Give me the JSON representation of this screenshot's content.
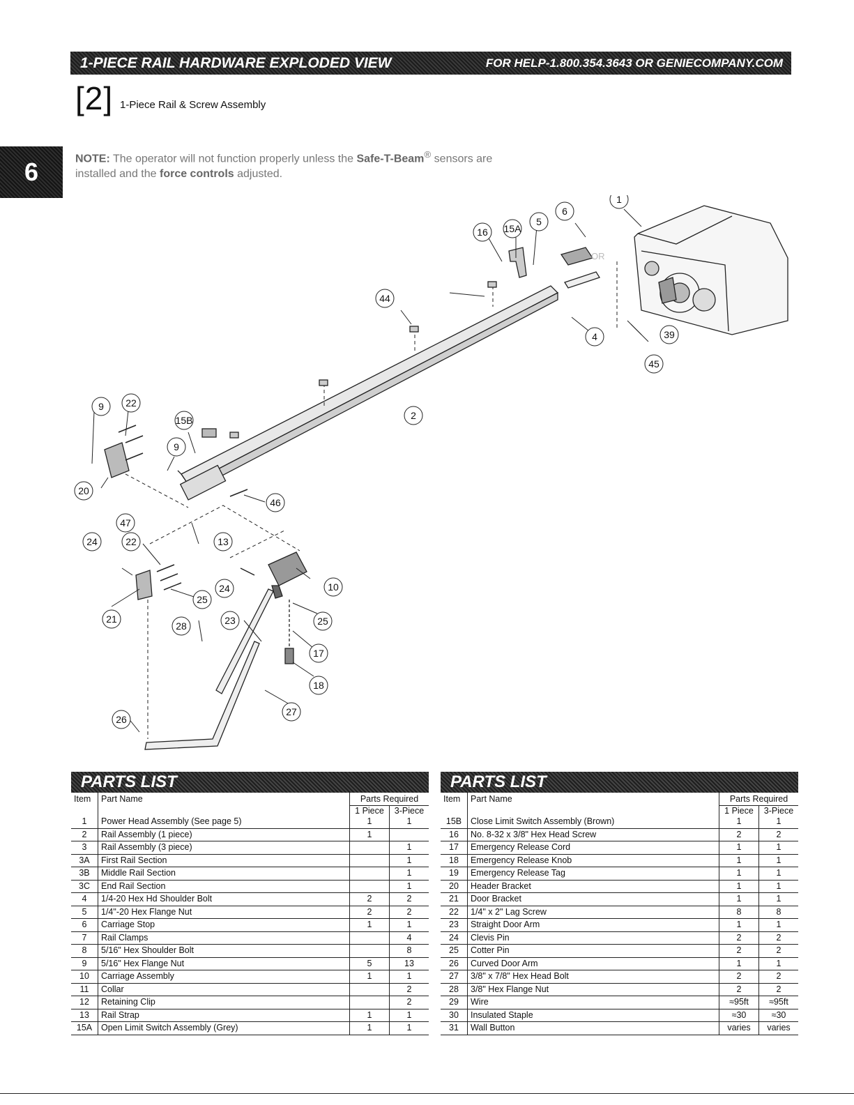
{
  "header": {
    "title": "1-PIECE RAIL HARDWARE EXPLODED VIEW",
    "help": "FOR HELP-1.800.354.3643 OR GENIECOMPANY.COM"
  },
  "section": {
    "number": "[2]",
    "title": "1-Piece Rail & Screw Assembly"
  },
  "tab": "6",
  "note": {
    "prefix": "NOTE:",
    "text1": " The operator will not function properly unless the ",
    "brand": "Safe-T-Beam",
    "reg": "®",
    "text2": " sensors are installed and the ",
    "controls": "force controls",
    "text3": " adjusted."
  },
  "diagram": {
    "or_label": "OR",
    "callouts": [
      "1",
      "2",
      "4",
      "5",
      "6",
      "9",
      "9",
      "10",
      "13",
      "15A",
      "15B",
      "16",
      "17",
      "18",
      "20",
      "21",
      "22",
      "22",
      "23",
      "24",
      "24",
      "25",
      "25",
      "26",
      "27",
      "28",
      "39",
      "44",
      "45",
      "46",
      "47"
    ]
  },
  "parts_list": {
    "heading": "PARTS LIST",
    "col_item": "Item",
    "col_name": "Part Name",
    "col_req": "Parts Required",
    "col_1p": "1 Piece",
    "col_3p": "3-Piece",
    "left": [
      {
        "item": "1",
        "name": "Power Head Assembly (See page 5)",
        "p1": "1",
        "p3": "1"
      },
      {
        "item": "2",
        "name": "Rail Assembly (1 piece)",
        "p1": "1",
        "p3": ""
      },
      {
        "item": "3",
        "name": "Rail Assembly (3 piece)",
        "p1": "",
        "p3": "1"
      },
      {
        "item": "3A",
        "name": "First Rail Section",
        "p1": "",
        "p3": "1"
      },
      {
        "item": "3B",
        "name": "Middle Rail Section",
        "p1": "",
        "p3": "1"
      },
      {
        "item": "3C",
        "name": "End Rail Section",
        "p1": "",
        "p3": "1"
      },
      {
        "item": "4",
        "name": "1/4-20 Hex Hd Shoulder Bolt",
        "p1": "2",
        "p3": "2"
      },
      {
        "item": "5",
        "name": "1/4\"-20 Hex Flange Nut",
        "p1": "2",
        "p3": "2"
      },
      {
        "item": "6",
        "name": "Carriage Stop",
        "p1": "1",
        "p3": "1"
      },
      {
        "item": "7",
        "name": "Rail Clamps",
        "p1": "",
        "p3": "4"
      },
      {
        "item": "8",
        "name": "5/16\" Hex Shoulder Bolt",
        "p1": "",
        "p3": "8"
      },
      {
        "item": "9",
        "name": "5/16\" Hex Flange Nut",
        "p1": "5",
        "p3": "13"
      },
      {
        "item": "10",
        "name": "Carriage Assembly",
        "p1": "1",
        "p3": "1"
      },
      {
        "item": "11",
        "name": "Collar",
        "p1": "",
        "p3": "2"
      },
      {
        "item": "12",
        "name": "Retaining Clip",
        "p1": "",
        "p3": "2"
      },
      {
        "item": "13",
        "name": "Rail Strap",
        "p1": "1",
        "p3": "1"
      },
      {
        "item": "15A",
        "name": "Open Limit Switch Assembly (Grey)",
        "p1": "1",
        "p3": "1"
      }
    ],
    "right": [
      {
        "item": "15B",
        "name": "Close Limit Switch Assembly (Brown)",
        "p1": "1",
        "p3": "1"
      },
      {
        "item": "16",
        "name": "No. 8-32 x 3/8\" Hex Head Screw",
        "p1": "2",
        "p3": "2"
      },
      {
        "item": "17",
        "name": "Emergency Release Cord",
        "p1": "1",
        "p3": "1"
      },
      {
        "item": "18",
        "name": "Emergency Release Knob",
        "p1": "1",
        "p3": "1"
      },
      {
        "item": "19",
        "name": "Emergency Release Tag",
        "p1": "1",
        "p3": "1"
      },
      {
        "item": "20",
        "name": "Header Bracket",
        "p1": "1",
        "p3": "1"
      },
      {
        "item": "21",
        "name": "Door Bracket",
        "p1": "1",
        "p3": "1"
      },
      {
        "item": "22",
        "name": "1/4\" x 2\" Lag Screw",
        "p1": "8",
        "p3": "8"
      },
      {
        "item": "23",
        "name": "Straight Door Arm",
        "p1": "1",
        "p3": "1"
      },
      {
        "item": "24",
        "name": "Clevis Pin",
        "p1": "2",
        "p3": "2"
      },
      {
        "item": "25",
        "name": "Cotter Pin",
        "p1": "2",
        "p3": "2"
      },
      {
        "item": "26",
        "name": "Curved Door Arm",
        "p1": "1",
        "p3": "1"
      },
      {
        "item": "27",
        "name": "3/8\" x 7/8\" Hex Head Bolt",
        "p1": "2",
        "p3": "2"
      },
      {
        "item": "28",
        "name": "3/8\" Hex Flange Nut",
        "p1": "2",
        "p3": "2"
      },
      {
        "item": "29",
        "name": "Wire",
        "p1": "≈95ft",
        "p3": "≈95ft"
      },
      {
        "item": "30",
        "name": "Insulated Staple",
        "p1": "≈30",
        "p3": "≈30"
      },
      {
        "item": "31",
        "name": "Wall Button",
        "p1": "varies",
        "p3": "varies"
      }
    ]
  }
}
